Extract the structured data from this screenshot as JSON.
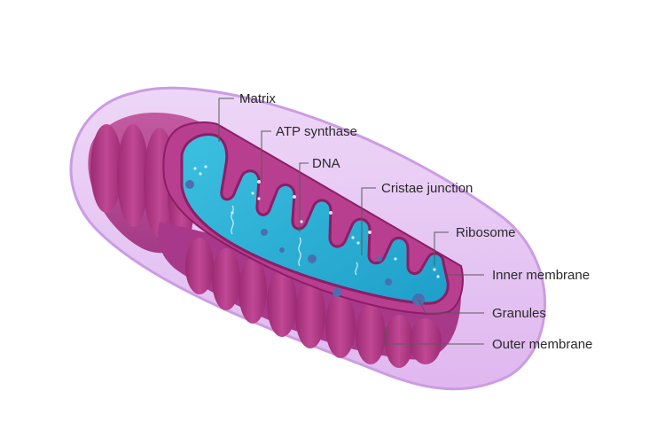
{
  "diagram": {
    "subject": "mitochondrion",
    "colors": {
      "outer_membrane": "#e2bdf0",
      "outer_membrane_edge": "#c792e0",
      "intermembrane": "#b0307c",
      "inner_membrane": "#8c1d66",
      "matrix": "#2ab3d6",
      "matrix_light": "#4cc8e6",
      "granules": "#4a6fb0",
      "label_text": "#2a2a2a"
    },
    "labels": [
      {
        "id": "matrix",
        "text": "Matrix"
      },
      {
        "id": "atp-synthase",
        "text": "ATP synthase"
      },
      {
        "id": "dna",
        "text": "DNA"
      },
      {
        "id": "cristae-junction",
        "text": "Cristae junction"
      },
      {
        "id": "ribosome",
        "text": "Ribosome"
      },
      {
        "id": "inner-membrane",
        "text": "Inner membrane"
      },
      {
        "id": "granules",
        "text": "Granules"
      },
      {
        "id": "outer-membrane",
        "text": "Outer membrane"
      }
    ]
  }
}
